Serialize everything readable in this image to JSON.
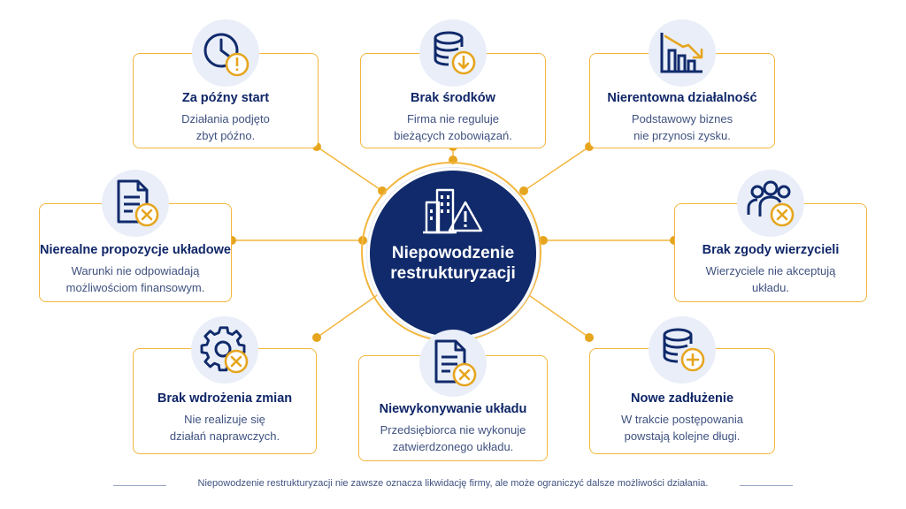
{
  "center": {
    "title_line1": "Niepowodzenie",
    "title_line2": "restrukturyzacji",
    "icon": "building-warning-icon"
  },
  "cards": [
    {
      "id": "late-start",
      "title": "Za późny start",
      "desc_line1": "Działania podjęto",
      "desc_line2": "zbyt późno.",
      "icon": "clock-alert-icon"
    },
    {
      "id": "no-funds",
      "title": "Brak środków",
      "desc_line1": "Firma nie reguluje",
      "desc_line2": "bieżących zobowiązań.",
      "icon": "coins-down-icon"
    },
    {
      "id": "unprofitable",
      "title": "Nierentowna działalność",
      "desc_line1": "Podstawowy biznes",
      "desc_line2": "nie przynosi zysku.",
      "icon": "chart-decline-icon"
    },
    {
      "id": "unrealistic",
      "title": "Nierealne propozycje układowe",
      "desc_line1": "Warunki nie odpowiadają",
      "desc_line2": "możliwościom finansowym.",
      "icon": "document-cancel-icon"
    },
    {
      "id": "no-consent",
      "title": "Brak zgody wierzycieli",
      "desc_line1": "Wierzyciele nie akceptują",
      "desc_line2": "układu.",
      "icon": "people-cancel-icon"
    },
    {
      "id": "no-changes",
      "title": "Brak wdrożenia zmian",
      "desc_line1": "Nie realizuje się",
      "desc_line2": "działań naprawczych.",
      "icon": "gear-cancel-icon"
    },
    {
      "id": "not-executed",
      "title": "Niewykonywanie układu",
      "desc_line1": "Przedsiębiorca nie wykonuje",
      "desc_line2": "zatwierdzonego układu.",
      "icon": "document-cancel-icon"
    },
    {
      "id": "new-debt",
      "title": "Nowe zadłużenie",
      "desc_line1": "W trakcie postępowania",
      "desc_line2": "powstają kolejne długi.",
      "icon": "coins-plus-icon"
    }
  ],
  "footer": "Niepowodzenie restrukturyzacji nie zawsze oznacza likwidację firmy, ale może ograniczyć dalsze możliwości działania.",
  "colors": {
    "navy": "#102a6b",
    "accent": "#f3b63f",
    "icon_bg": "#e9eef8",
    "text": "#3f5280"
  }
}
